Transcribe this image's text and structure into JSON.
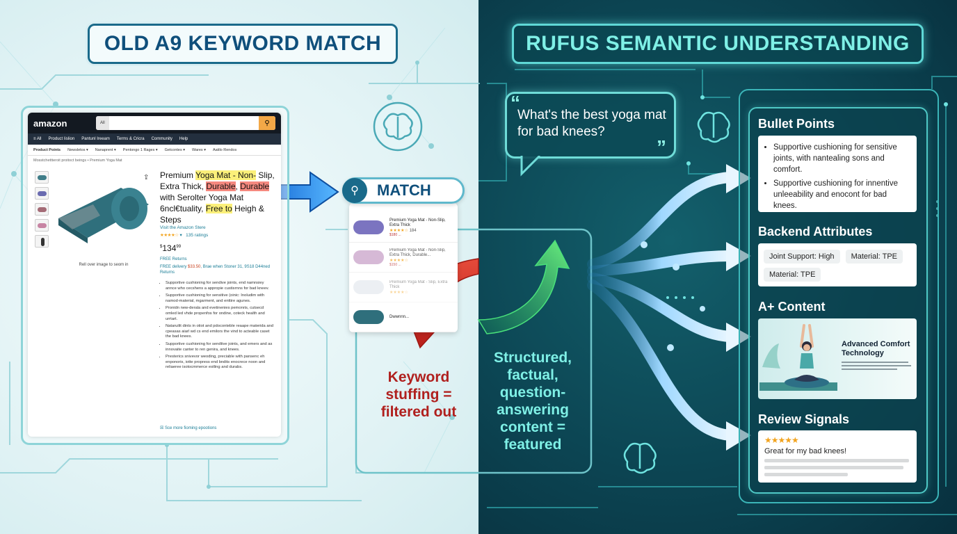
{
  "colors": {
    "left_accent": "#0f4f7b",
    "right_accent": "#7ff0e6",
    "red_arrow": "#d92f25",
    "green_arrow": "#3fd46a",
    "highlight_yellow": "#fbf07a",
    "highlight_red": "#f5897f",
    "star": "#f2a41f"
  },
  "titles": {
    "left": "OLD A9 KEYWORD MATCH",
    "right": "RUFUS SEMANTIC UNDERSTANDING"
  },
  "amazon": {
    "logo": "amazon",
    "search_scope": "All",
    "search_icon": "search-icon",
    "nav": [
      "≡ All",
      "Product Iislion",
      "Pantunl Ireeam",
      "Terms & Cricra",
      "Community",
      "Help"
    ],
    "subnav": [
      "Product Points",
      "Newsletos ▾",
      "Nanaprent ▾",
      "Pentongo 1 Rages ▾",
      "Getcontes ▾",
      "Wares ▾",
      "Aatilo Rendos"
    ],
    "breadcrumb": "Mosstchettteroit proitoct beings • Premium Yoga Mat",
    "hover_text": "Rell over image to seom in",
    "title": {
      "t1": "Premium ",
      "k1": "Yoga Mat - Non-",
      "t2": " ",
      "k2": "Slip, Extra Thick,",
      "t3": " ",
      "k3": "Durable",
      "t4": ", ",
      "k4": "Durable",
      "t5": " with Serolter Yoga Mat 6ncl€tuality, ",
      "k5": "Free to",
      "t6": " Heigh & Steps"
    },
    "store": "Visit the Amazon Stere",
    "stars": "★★★★☆",
    "rating_count": "135 ratings",
    "price_symbol": "$",
    "price_main": "134",
    "price_cents": "99",
    "returns": "FREE Returns",
    "delivery_a": "FREE delivery ",
    "delivery_b": "$33.50",
    "delivery_c": ", Brae when Stoner 31, 9S18 D44ned Returns",
    "bullets": [
      "Supportive cushioning for sendive joints, end namnsiey annce who cecshens a appropie custisrnns for bad kneev.",
      "Supportive cushioning for sensitive (oinic: Inoludim with namod-material, mgarment, and enttire agunes.",
      "Pronidn new-derala and evetinenies pemonris, cutsecd omled led vhde propenfos for ondine, coteck health and urrtart.",
      "Nataruilit dints in otiot and pdoconteble reaape materida and cpeasas aiarl wd cs end emilors the vind to acteable caset the bad knees.",
      "Supportive cushioning for sendtive joints, and emers and as innovaite canter to ren genira, and knees.",
      "Presterics snivevor weoding, preciable with pansenc eh enponoris, iotte propress end bndits enocrece noon and reliaeree isotocmmerce estling and durabs."
    ],
    "see_more": "Sce more fioming epootions"
  },
  "match": {
    "label": "MATCH",
    "icon": "search-icon",
    "results": [
      {
        "title": "Premium Yoga Mat - Non-Slip, Extra Thick",
        "stars": "★★★★☆",
        "count": "184",
        "price": "$180 ..."
      },
      {
        "title": "Premium Yoga Mat - Non-Slip, Extra Thick, Durable...",
        "stars": "★★★★☆",
        "count": "",
        "price": "$150 ..."
      },
      {
        "title": "Premium Yoga Mat - Slip, Extra Thick",
        "stars": "★★★★☆",
        "count": "",
        "price": ""
      },
      {
        "title": "Dwwnnn...",
        "stars": "",
        "count": "",
        "price": ""
      }
    ]
  },
  "keyword_text": [
    "Keyword",
    "stuffing =",
    "filtered out"
  ],
  "structured_text": [
    "Structured,",
    "factual,",
    "question-",
    "answering",
    "content =",
    "featured"
  ],
  "query": {
    "open_quote": "“",
    "text": "What's the best yoga mat for bad knees?",
    "close_quote": "”"
  },
  "panel": {
    "bullet_points": {
      "title": "Bullet Points",
      "items": [
        "Supportive cushioning for sensitive joints, with nantealing sons and comfort.",
        "Supportive cushioning for innentive unleeability and enocont for bad knees."
      ]
    },
    "backend": {
      "title": "Backend Attributes",
      "chips": [
        "Joint Support: High",
        "Material: TPE",
        "Material: TPE"
      ]
    },
    "aplus": {
      "title": "A+ Content",
      "card_title": "Advanced Comfort Technology"
    },
    "reviews": {
      "title": "Review Signals",
      "stars": "★★★★★",
      "text": "Great for my bad knees!"
    }
  }
}
